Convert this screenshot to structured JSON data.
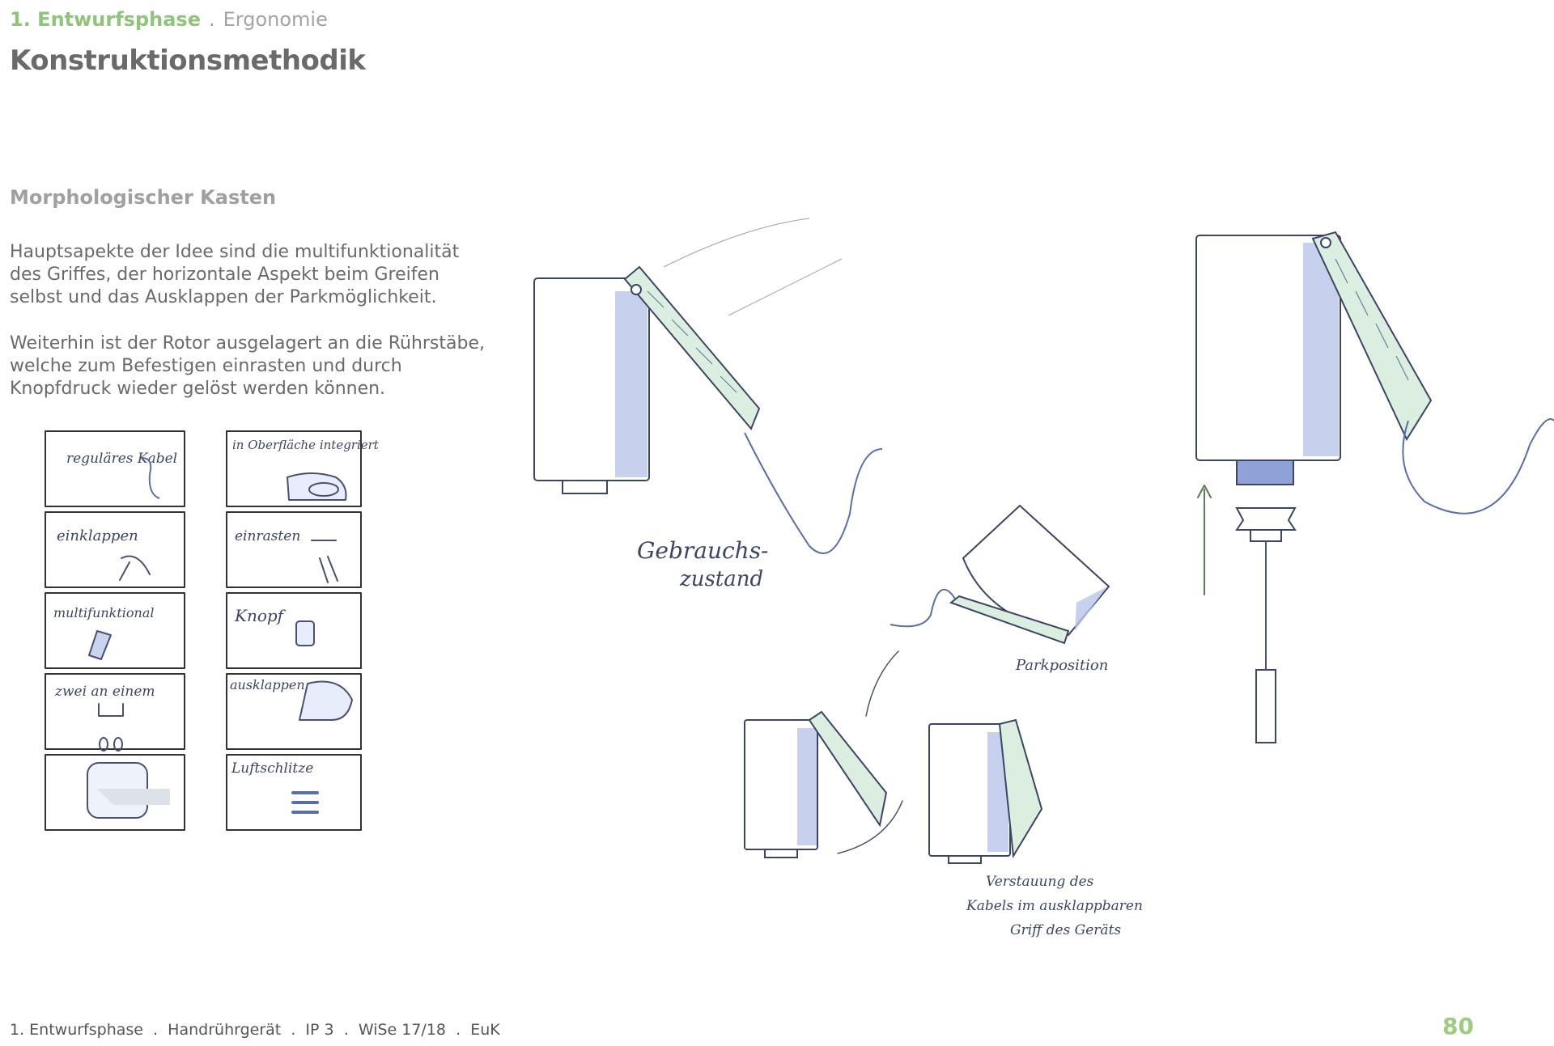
{
  "header": {
    "phase": "1. Entwurfsphase",
    "separator": ".",
    "section": "Ergonomie",
    "title": "Konstruktionsmethodik"
  },
  "content": {
    "subheading": "Morphologischer Kasten",
    "paragraphs": [
      "Hauptsapekte der Idee sind die multifunktionalität des Griffes, der horizontale Aspekt beim Greifen selbst und das Ausklappen der Parkmöglichkeit.",
      "Weiterhin ist der Rotor ausgelagert an die Rührstäbe, welche zum Befestigen einrasten und durch Knopfdruck wieder gelöst werden können."
    ]
  },
  "morph_box": {
    "left": [
      "reguläres Kabel",
      "einklappen",
      "multifunktional",
      "zwei an einem",
      ""
    ],
    "right": [
      "in Oberfläche integriert",
      "einrasten",
      "Knopf",
      "ausklappen",
      "Luftschlitze"
    ]
  },
  "sketch_labels": {
    "use_state_1": "Gebrauchs-",
    "use_state_2": "zustand",
    "park": "Parkposition",
    "storage_1": "Verstauung des",
    "storage_2": "Kabels im ausklappbaren",
    "storage_3": "Griff des Geräts"
  },
  "footer": {
    "text": "1. Entwurfsphase  .  Handrührgerät  .  IP 3  .  WiSe 17/18  .  EuK",
    "page_number": "80"
  },
  "colors": {
    "accent": "#8fc47a",
    "text": "#6a6a6a",
    "sketch_blue": "#b9c6ea"
  }
}
